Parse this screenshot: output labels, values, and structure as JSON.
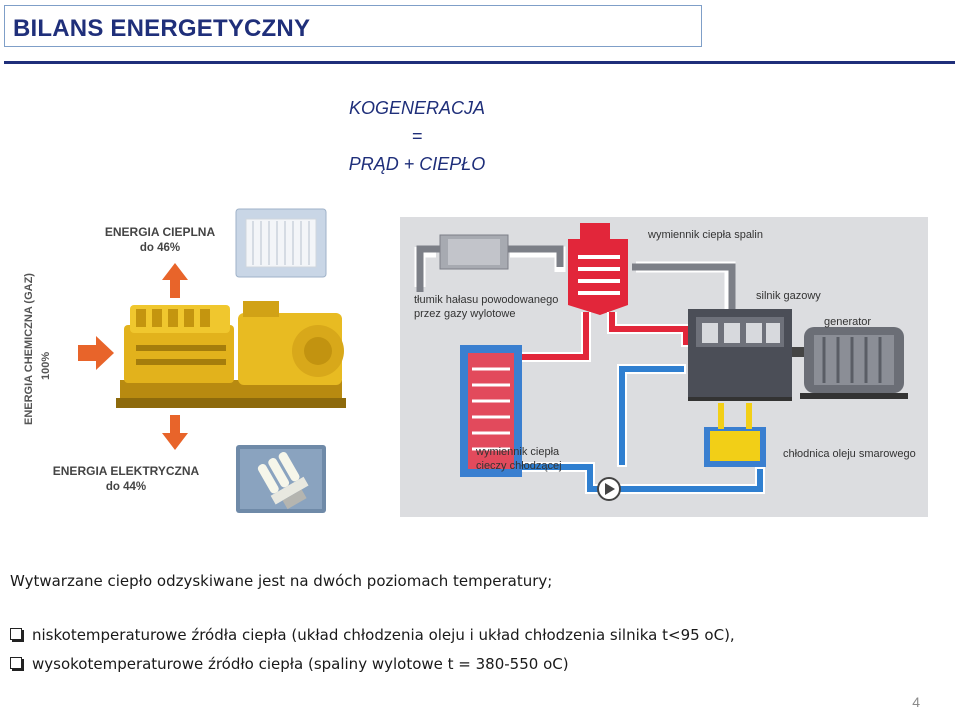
{
  "header": {
    "title": "BILANS ENERGETYCZNY"
  },
  "formula": {
    "line1": "KOGENERACJA",
    "line2": "=",
    "line3": "PRĄD + CIEPŁO"
  },
  "left_figure": {
    "heat_label": "ENERGIA CIEPLNA",
    "heat_value": "do 46%",
    "chem_label": "ENERGIA CHEMICZNA (GAZ)",
    "chem_value": "100%",
    "elec_label": "ENERGIA ELEKTRYCZNA",
    "elec_value": "do 44%",
    "arrow_color": "#e8642a"
  },
  "right_figure": {
    "exhaust_exchanger": "wymiennik ciepła spalin",
    "silencer_line1": "tłumik hałasu powodowanego",
    "silencer_line2": "przez gazy wylotowe",
    "gas_engine": "silnik gazowy",
    "generator": "generator",
    "coolant_exchanger_line1": "wymiennik ciepła",
    "coolant_exchanger_line2": "cieczy chłodzącej",
    "oil_cooler": "chłodnica oleju smarowego",
    "hot_color": "#e2263a",
    "cold_color": "#2f7fd0"
  },
  "body": {
    "intro": "Wytwarzane ciepło odzyskiwane jest na dwóch poziomach temperatury;",
    "bullets": [
      "niskotemperaturowe źródła ciepła (układ chłodzenia oleju i układ chłodzenia silnika t<95 oC),",
      "wysokotemperaturowe źródło ciepła (spaliny wylotowe t = 380-550 oC)"
    ]
  },
  "footer": {
    "page_number": "4"
  }
}
